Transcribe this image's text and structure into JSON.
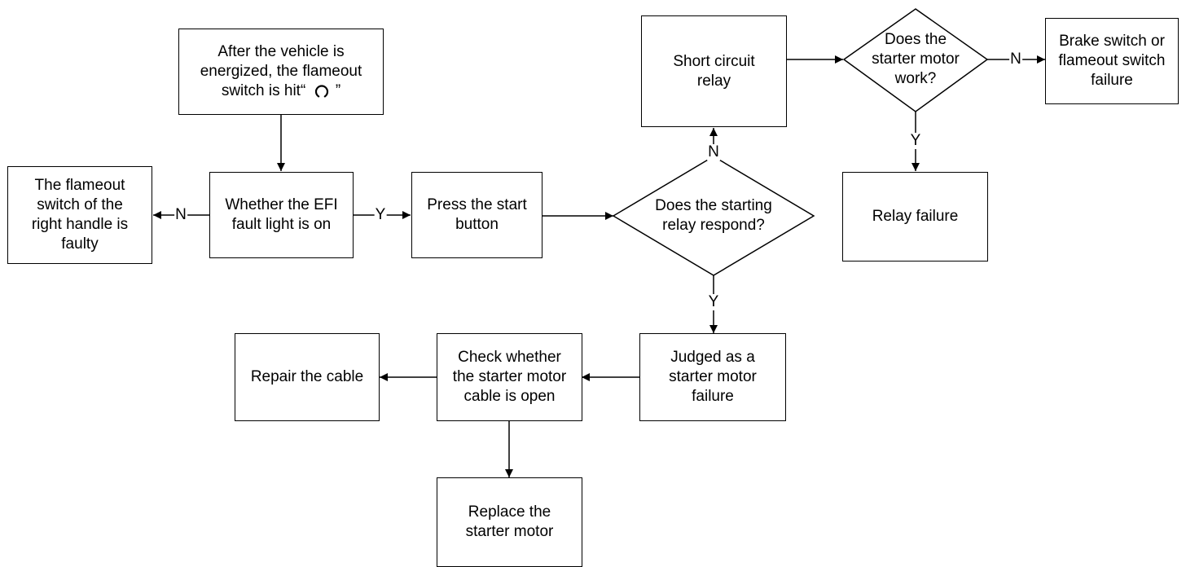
{
  "nodes": {
    "vehicle_energized": {
      "lines": [
        "After the vehicle is",
        "energized, the flameout"
      ],
      "line3_prefix": "switch is hit“",
      "line3_suffix": " ”",
      "icon": "power-icon"
    },
    "flameout_switch_faulty": {
      "lines": [
        "The flameout",
        "switch of the",
        "right handle is",
        "faulty"
      ]
    },
    "efi_fault_light": {
      "lines": [
        "Whether the EFI",
        "fault light is on"
      ]
    },
    "press_start": {
      "lines": [
        "Press the start",
        "button"
      ]
    },
    "starting_relay_respond": {
      "lines": [
        "Does the starting",
        "relay respond?"
      ]
    },
    "short_circuit_relay": {
      "lines": [
        "Short circuit",
        "relay"
      ]
    },
    "starter_motor_work": {
      "lines": [
        "Does the",
        "starter motor",
        "work?"
      ]
    },
    "brake_flameout_failure": {
      "lines": [
        "Brake switch or",
        "flameout switch",
        "failure"
      ]
    },
    "relay_failure": {
      "lines": [
        "Relay failure"
      ]
    },
    "starter_motor_failure": {
      "lines": [
        "Judged as a",
        "starter motor",
        "failure"
      ]
    },
    "check_cable": {
      "lines": [
        "Check whether",
        "the starter motor",
        "cable is open"
      ]
    },
    "repair_cable": {
      "lines": [
        "Repair the cable"
      ]
    },
    "replace_motor": {
      "lines": [
        "Replace the",
        "starter motor"
      ]
    }
  },
  "edges": {
    "efi_to_faulty": "N",
    "efi_to_press": "Y",
    "relay_to_short": "N",
    "relay_to_judged": "Y",
    "motor_to_brake": "N",
    "motor_to_relayfail": "Y"
  }
}
